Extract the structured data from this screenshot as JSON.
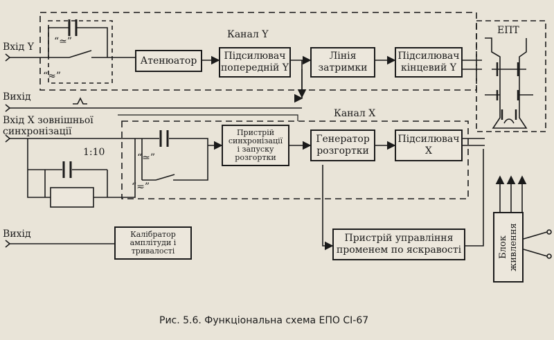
{
  "labels": {
    "input_y": "Вхід Y",
    "output_top": "Вихід",
    "input_x_ext": "Вхід X зовнішньої",
    "sync": "синхронізації",
    "channel_y": "Канал Y",
    "channel_x": "Канал X",
    "ratio": "1:10",
    "output_bottom": "Вихід",
    "ac_symbol_1": "“≃”",
    "dc_symbol_1": "“≈”",
    "ac_symbol_2": "“≃”",
    "dc_symbol_2": "“≂”",
    "ept": "ЕПТ"
  },
  "blocks": {
    "attenuator": "Атенюатор",
    "preamp_y": "Підсилювач\nпопередній Y",
    "delay_line": "Лінія\nзатримки",
    "final_amp_y": "Підсилювач\nкінцевий Y",
    "sync_trigger": "Пристрій\nсинхронізації\nі запуску\nрозгортки",
    "sweep_gen": "Генератор\nрозгортки",
    "amp_x": "Підсилювач\nX",
    "calibrator": "Калібратор\nамплітуди і\nтривалості",
    "beam_control": "Пристрій управління\nпроменем по яскравості",
    "power_supply": "Блок\nживлення"
  },
  "caption": "Рис. 5.6. Функціональна схема ЕПО СІ-67"
}
